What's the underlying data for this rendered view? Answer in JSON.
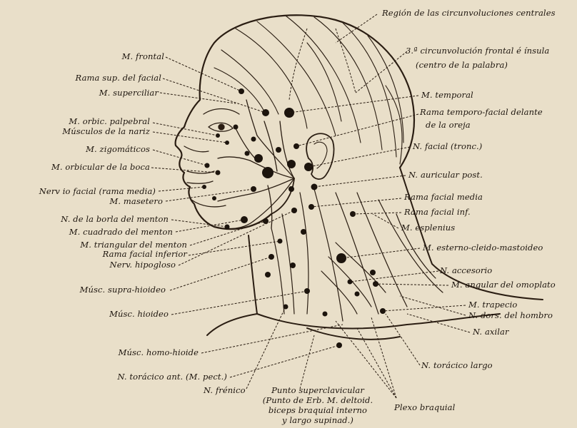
{
  "colors": {
    "paper": "#e9dfc9",
    "ink": "#1c140d"
  },
  "labels": {
    "region_centrales": "Región de las circunvoluciones centrales",
    "circ_frontal": "3.ª circunvolución frontal é ínsula",
    "centro_palabra": "(centro de la palabra)",
    "m_frontal": "M. frontal",
    "rama_sup_facial": "Rama sup. del facial",
    "m_superciliar": "M. superciliar",
    "m_orbic_palpebral": "M. orbic. palpebral",
    "musculos_nariz": "Músculos de la nariz",
    "m_zigomaticos": "M. zigomáticos",
    "m_orbicular_boca": "M. orbicular de la boca",
    "nervio_facial_media": "Nerv io facial (rama media)",
    "m_masetero": "M. masetero",
    "n_borla_menton": "N. de la borla del menton",
    "m_cuadrado_menton": "M. cuadrado del menton",
    "m_triangular_menton": "M. triangular del menton",
    "rama_facial_inferior": "Rama facial inferior",
    "nerv_hipogloso": "Nerv. hipogloso",
    "musc_supra_hioideo": "Músc. supra-hioideo",
    "musc_hioideo": "Músc. hioideo",
    "musc_homo_hioide": "Músc. homo-hioide",
    "n_toracico_ant": "N. torácico ant. (M. pect.)",
    "n_frenico": "N. frénico",
    "punto_supraclav_1": "Punto superclavicular",
    "punto_supraclav_2": "(Punto de Erb. M. deltoid.",
    "punto_supraclav_3": "biceps braquial interno",
    "punto_supraclav_4": "y largo supinad.)",
    "plexo_braquial": "Plexo braquial",
    "m_temporal": "M. temporal",
    "rama_temporo_facial_1": "Rama temporo-facial delante",
    "rama_temporo_facial_2": "de la oreja",
    "n_facial_tronc": "N. facial (tronc.)",
    "n_auricular_post": "N. auricular post.",
    "rama_facial_media": "Rama facial media",
    "rama_facial_inf": "Rama facial inf.",
    "m_esplenius": "M. esplenius",
    "m_esterno": "M. esterno-cleido-mastoideo",
    "n_accesorio": "N. accesorio",
    "m_angular_omoplato": "M. angular del omoplato",
    "m_trapecio": "M. trapecio",
    "n_dors_hombro": "N. dors. del hombro",
    "n_axilar": "N. axilar",
    "n_toracico_largo": "N. torácico largo"
  }
}
